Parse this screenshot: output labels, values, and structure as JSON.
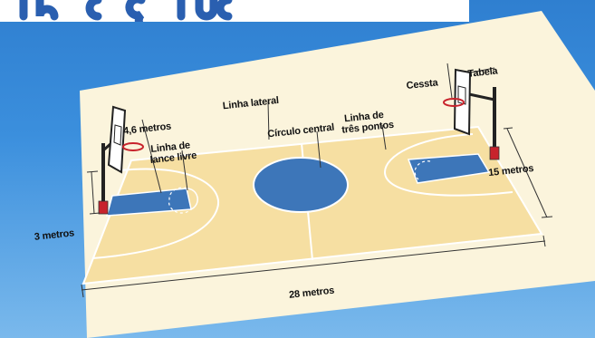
{
  "labels": {
    "linha_lateral": "Linha lateral",
    "metros_4_6": "4,6 metros",
    "linha_de": "Linha de",
    "lance_livre": "lance livre",
    "circulo_central": "Círculo central",
    "linha_de_2": "Linha de",
    "tres_pontos": "três pontos",
    "cessta": "Cessta",
    "tabela": "Tabela",
    "metros_15": "15 metros",
    "metros_3": "3 metros",
    "metros_28": "28 metros"
  },
  "colors": {
    "card": "#fbf4dc",
    "court": "#f6dfa2",
    "paint": "#3d76b9",
    "line": "#ffffff",
    "post": "#c8232c",
    "dim": "#333333",
    "sky": "#2f7fd0"
  }
}
